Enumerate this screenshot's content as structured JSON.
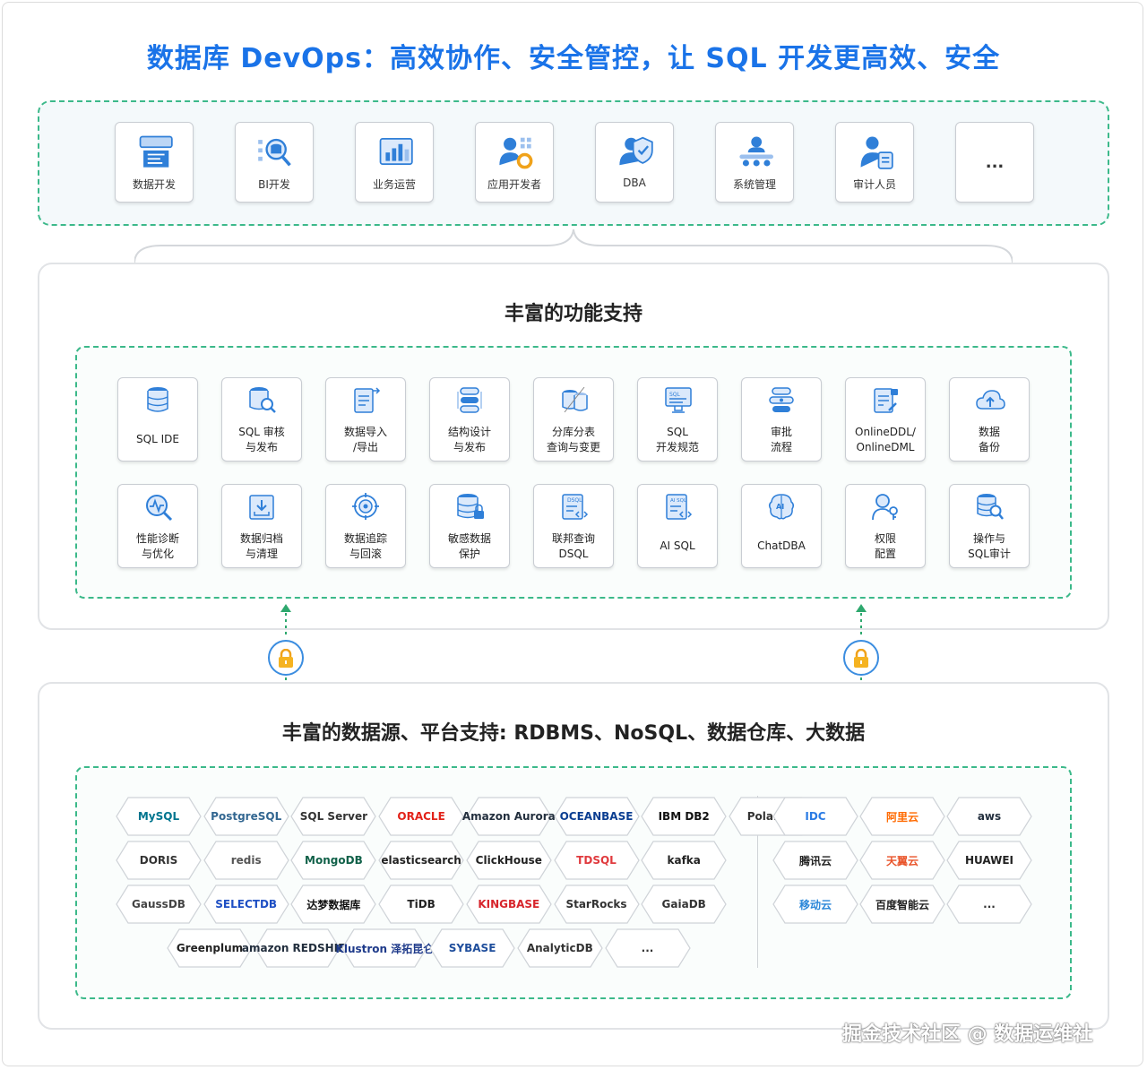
{
  "title": "数据库 DevOps：高效协作、安全管控，让 SQL 开发更高效、安全",
  "roles": [
    {
      "label": "数据开发",
      "icon": "data-dev-icon"
    },
    {
      "label": "BI开发",
      "icon": "bi-dev-icon"
    },
    {
      "label": "业务运营",
      "icon": "business-ops-icon"
    },
    {
      "label": "应用开发者",
      "icon": "app-dev-icon"
    },
    {
      "label": "DBA",
      "icon": "dba-icon"
    },
    {
      "label": "系统管理",
      "icon": "system-admin-icon"
    },
    {
      "label": "审计人员",
      "icon": "auditor-icon"
    },
    {
      "label": "...",
      "icon": ""
    }
  ],
  "features": {
    "title": "丰富的功能支持",
    "row1": [
      {
        "line1": "SQL IDE",
        "line2": "",
        "icon": "database-icon"
      },
      {
        "line1": "SQL 审核",
        "line2": "与发布",
        "icon": "sql-review-icon"
      },
      {
        "line1": "数据导入",
        "line2": "/导出",
        "icon": "import-export-icon"
      },
      {
        "line1": "结构设计",
        "line2": "与发布",
        "icon": "schema-design-icon"
      },
      {
        "line1": "分库分表",
        "line2": "查询与变更",
        "icon": "sharding-icon"
      },
      {
        "line1": "SQL",
        "line2": "开发规范",
        "icon": "sql-standard-icon"
      },
      {
        "line1": "审批",
        "line2": "流程",
        "icon": "approval-flow-icon"
      },
      {
        "line1": "OnlineDDL/",
        "line2": "OnlineDML",
        "icon": "online-ddl-icon"
      },
      {
        "line1": "数据",
        "line2": "备份",
        "icon": "cloud-backup-icon"
      }
    ],
    "row2": [
      {
        "line1": "性能诊断",
        "line2": "与优化",
        "icon": "performance-icon"
      },
      {
        "line1": "数据归档",
        "line2": "与清理",
        "icon": "archive-icon"
      },
      {
        "line1": "数据追踪",
        "line2": "与回滚",
        "icon": "tracking-icon"
      },
      {
        "line1": "敏感数据",
        "line2": "保护",
        "icon": "sensitive-data-icon"
      },
      {
        "line1": "联邦查询",
        "line2": "DSQL",
        "icon": "dsql-icon"
      },
      {
        "line1": "AI SQL",
        "line2": "",
        "icon": "ai-sql-icon"
      },
      {
        "line1": "ChatDBA",
        "line2": "",
        "icon": "ai-brain-icon"
      },
      {
        "line1": "权限",
        "line2": "配置",
        "icon": "permission-icon"
      },
      {
        "line1": "操作与",
        "line2": "SQL审计",
        "icon": "audit-icon"
      }
    ]
  },
  "datasources": {
    "title": "丰富的数据源、平台支持: RDBMS、NoSQL、数据仓库、大数据",
    "rows": [
      [
        {
          "text": "MySQL",
          "color": "#00758f"
        },
        {
          "text": "PostgreSQL",
          "color": "#336791"
        },
        {
          "text": "SQL Server",
          "color": "#333333"
        },
        {
          "text": "ORACLE",
          "color": "#e2231a"
        },
        {
          "text": "Amazon Aurora",
          "color": "#232f3e"
        },
        {
          "text": "OCEANBASE",
          "color": "#0b3e91"
        },
        {
          "text": "IBM DB2",
          "color": "#111111"
        },
        {
          "text": "PolarDB",
          "color": "#333333"
        }
      ],
      [
        {
          "text": "DORIS",
          "color": "#333333"
        },
        {
          "text": "redis",
          "color": "#555555"
        },
        {
          "text": "MongoDB",
          "color": "#116149"
        },
        {
          "text": "elasticsearch",
          "color": "#222222"
        },
        {
          "text": "ClickHouse",
          "color": "#222222"
        },
        {
          "text": "TDSQL",
          "color": "#e03a3e"
        },
        {
          "text": "kafka",
          "color": "#222222"
        }
      ],
      [
        {
          "text": "GaussDB",
          "color": "#444444"
        },
        {
          "text": "SELECTDB",
          "color": "#1e4fc4"
        },
        {
          "text": "达梦数据库",
          "color": "#111111"
        },
        {
          "text": "TiDB",
          "color": "#222222"
        },
        {
          "text": "KINGBASE",
          "color": "#d7252c"
        },
        {
          "text": "StarRocks",
          "color": "#333333"
        },
        {
          "text": "GaiaDB",
          "color": "#333333"
        }
      ],
      [
        {
          "text": "Greenplum",
          "color": "#222222"
        },
        {
          "text": "amazon REDSHIFT",
          "color": "#232f3e"
        },
        {
          "text": "Klustron 泽拓昆仑",
          "color": "#1e3a8a"
        },
        {
          "text": "SYBASE",
          "color": "#1f4e9c"
        },
        {
          "text": "AnalyticDB",
          "color": "#333333"
        },
        {
          "text": "...",
          "color": "#333333"
        }
      ]
    ],
    "clouds": [
      [
        {
          "text": "IDC",
          "color": "#2a7be4"
        },
        {
          "text": "阿里云",
          "color": "#ff6a00"
        },
        {
          "text": "aws",
          "color": "#232f3e"
        }
      ],
      [
        {
          "text": "腾讯云",
          "color": "#222222"
        },
        {
          "text": "天翼云",
          "color": "#e9542a"
        },
        {
          "text": "HUAWEI",
          "color": "#222222"
        }
      ],
      [
        {
          "text": "移动云",
          "color": "#2a86d8"
        },
        {
          "text": "百度智能云",
          "color": "#222222"
        },
        {
          "text": "...",
          "color": "#333333"
        }
      ]
    ]
  },
  "watermark": "掘金技术社区 @ 数据运维社",
  "colors": {
    "title": "#1a73e8",
    "accent_green": "#3cb98a",
    "icon_blue": "#2f7fd8"
  }
}
